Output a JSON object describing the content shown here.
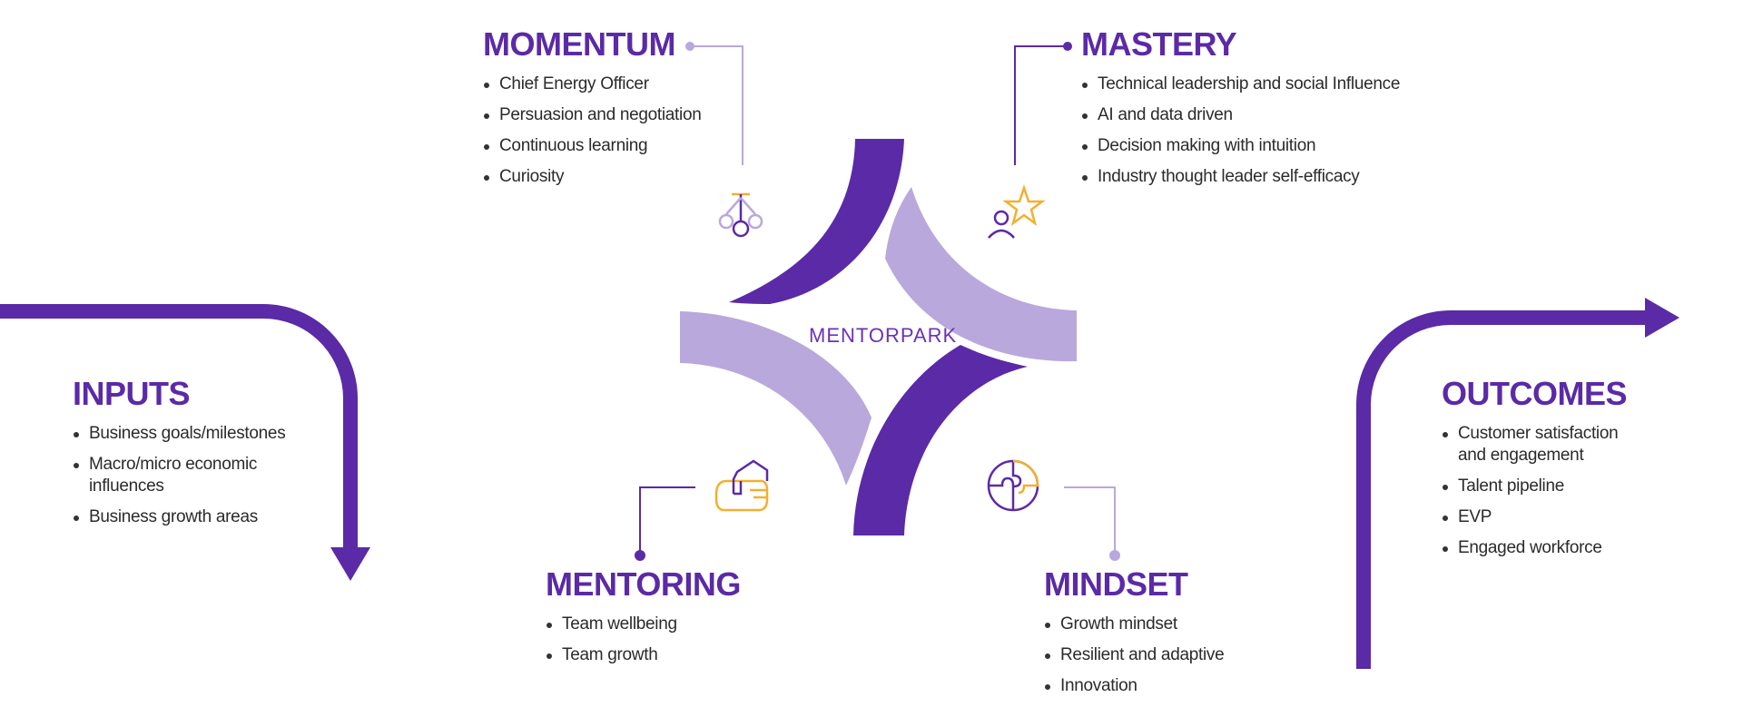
{
  "colors": {
    "primary": "#5b2aa6",
    "light": "#b9a8dc",
    "accent": "#f2b030",
    "text": "#2b2b2b"
  },
  "logo": {
    "text": "MENTORPARK"
  },
  "sections": {
    "momentum": {
      "title": "MOMENTUM",
      "icon": "network-hierarchy-icon",
      "items": [
        "Chief Energy Officer",
        "Persuasion and negotiation",
        "Continuous learning",
        "Curiosity"
      ]
    },
    "mastery": {
      "title": "MASTERY",
      "icon": "person-star-icon",
      "items": [
        "Technical leadership and social Influence",
        "AI and data driven",
        "Decision making with intuition",
        "Industry thought leader self-efficacy"
      ]
    },
    "mentoring": {
      "title": "MENTORING",
      "icon": "handshake-icon",
      "items": [
        "Team wellbeing",
        "Team growth"
      ]
    },
    "mindset": {
      "title": "MINDSET",
      "icon": "puzzle-icon",
      "items": [
        "Growth mindset",
        "Resilient and adaptive",
        "Innovation"
      ]
    },
    "inputs": {
      "title": "INPUTS",
      "icon": "arrow-down-icon",
      "items": [
        "Business goals/milestones",
        "Macro/micro economic influences",
        "Business growth areas"
      ]
    },
    "outcomes": {
      "title": "OUTCOMES",
      "icon": "arrow-right-icon",
      "items": [
        "Customer satisfaction and engagement",
        "Talent pipeline",
        "EVP",
        "Engaged workforce"
      ]
    }
  }
}
